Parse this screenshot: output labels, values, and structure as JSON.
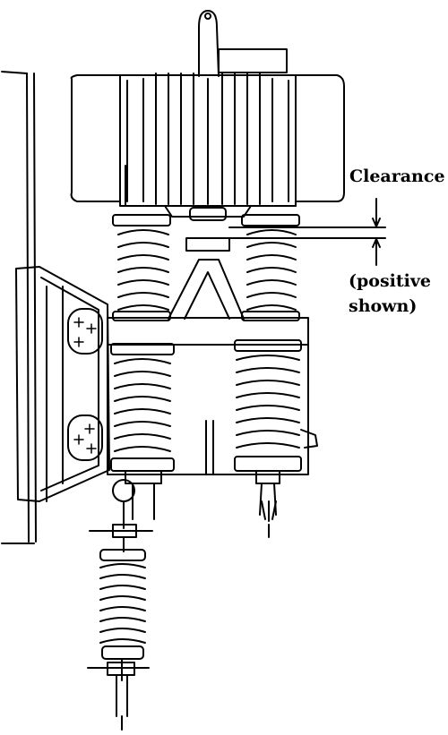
{
  "labels": {
    "clearance": "Clearance",
    "positive_line1": "(positive",
    "positive_line2": "shown)"
  },
  "colors": {
    "ink": "#000000",
    "paper": "#ffffff"
  }
}
